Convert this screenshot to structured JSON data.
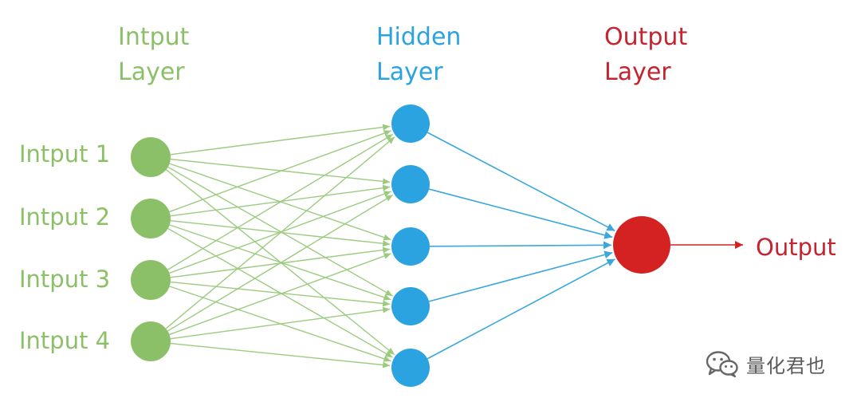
{
  "layers": {
    "input": {
      "title_line1": "Intput",
      "title_line2": "Layer",
      "nodes": [
        "Intput 1",
        "Intput 2",
        "Intput 3",
        "Intput 4"
      ]
    },
    "hidden": {
      "title_line1": "Hidden",
      "title_line2": "Layer",
      "node_count": 5
    },
    "output": {
      "title_line1": "Output",
      "title_line2": "Layer",
      "label": "Output"
    }
  },
  "watermark": {
    "text": "量化君也",
    "icon": "wechat-icon"
  },
  "colors": {
    "input": "#8cc068",
    "input_edge": "#9ccb80",
    "hidden": "#2aa3e0",
    "hidden_edge": "#3aa8dc",
    "output": "#d42222",
    "output_text": "#c42330"
  }
}
